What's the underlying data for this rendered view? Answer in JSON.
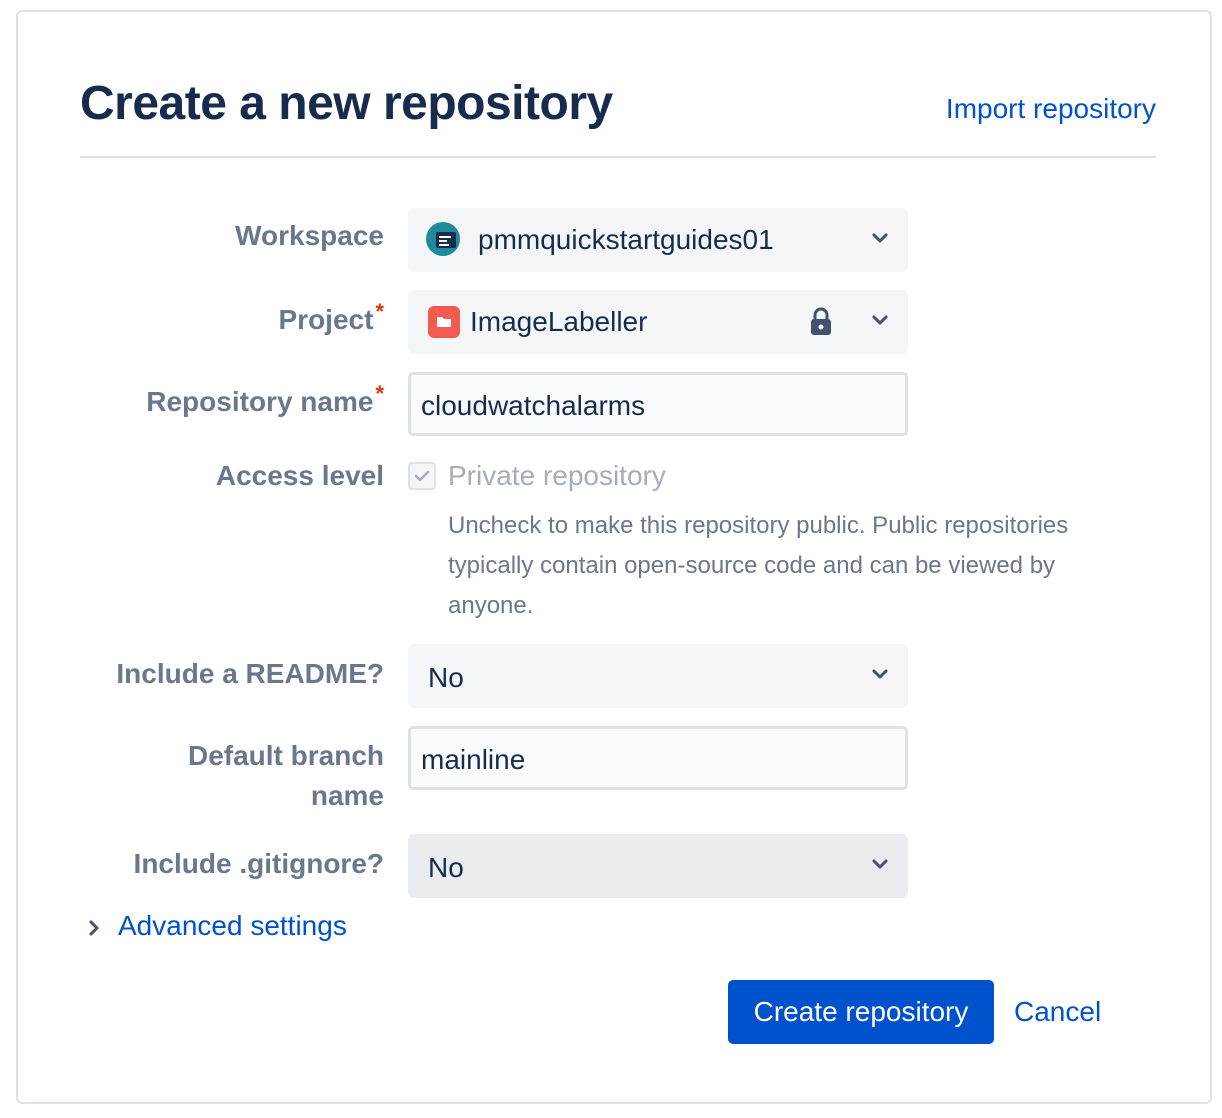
{
  "header": {
    "title": "Create a new repository",
    "import_link": "Import repository"
  },
  "form": {
    "workspace": {
      "label": "Workspace",
      "value": "pmmquickstartguides01",
      "icon": "workspace-avatar-icon"
    },
    "project": {
      "label": "Project",
      "required_mark": "*",
      "value": "ImageLabeller",
      "icon": "project-folder-icon",
      "lock_icon": "lock-icon"
    },
    "repository_name": {
      "label": "Repository name",
      "required_mark": "*",
      "value": "cloudwatchalarms"
    },
    "access_level": {
      "label": "Access level",
      "checkbox_label": "Private repository",
      "checked": true,
      "help": "Uncheck to make this repository public. Public repositories typically contain open-source code and can be viewed by anyone."
    },
    "readme": {
      "label": "Include a README?",
      "value": "No"
    },
    "default_branch": {
      "label_line1": "Default branch",
      "label_line2": "name",
      "value": "mainline"
    },
    "gitignore": {
      "label": "Include .gitignore?",
      "value": "No"
    },
    "advanced_settings": "Advanced settings"
  },
  "actions": {
    "create": "Create repository",
    "cancel": "Cancel"
  },
  "colors": {
    "primary": "#0052cc",
    "heading": "#172b4d",
    "label": "#6b778c",
    "required": "#de350b",
    "project_icon": "#f15b50"
  }
}
